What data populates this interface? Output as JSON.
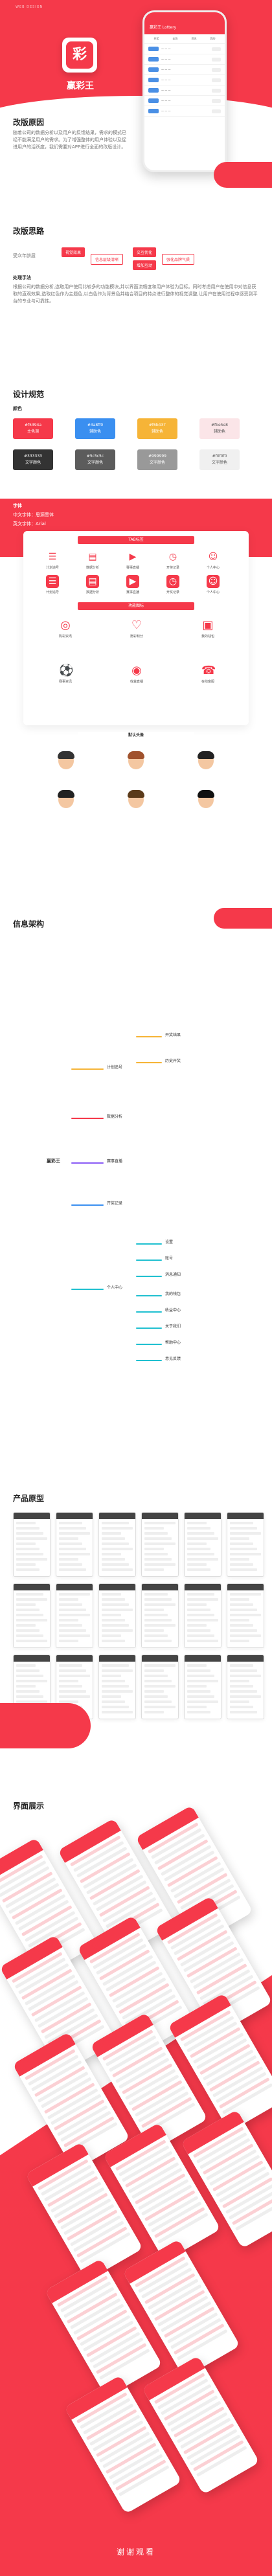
{
  "hero": {
    "design_label": "WEB DESIGN",
    "logo_char": "彩",
    "app_name": "赢彩王",
    "phone_title": "赢彩王 Lottery",
    "phone_tabs": [
      "开奖",
      "走势",
      "资讯",
      "我的"
    ]
  },
  "sections": {
    "background": {
      "title": "改版原因",
      "text": "随着公司的数据分析以及用户的反馈结果，需求的模式已经不能满足用户的需求。为了增强整体的用户体验以及促进用户的活跃度，我们需要对APP进行全面的改版设计。"
    },
    "thinking": {
      "title": "改版思路",
      "left_label": "受众年龄层",
      "tags": [
        "视觉效果",
        "信息层级清晰",
        "交互优化",
        "增加互动",
        "强化品牌气质"
      ],
      "method_title": "处理手法",
      "method_text": "根据公司的数据分析,选取用户使用比较多的功能模块,并以界面流畅度和用户体验为目标。同时考虑用户在使用中对信息获取的直观效果,选取红色作为主题色,以白色作为背景色并结合项目的特点进行整体的视觉调整,让用户在使用过程中感受到平台的专业与可靠性。"
    },
    "spec": {
      "title": "设计规范",
      "color_title": "颜色",
      "colors": [
        {
          "hex": "#f5394a",
          "name": "主色调",
          "light": false
        },
        {
          "hex": "#3a8ff0",
          "name": "辅助色",
          "light": false
        },
        {
          "hex": "#f6b437",
          "name": "辅助色",
          "light": false
        },
        {
          "hex": "#fbe5e8",
          "name": "辅助色",
          "light": true
        },
        {
          "hex": "#333333",
          "name": "文字颜色",
          "light": false
        },
        {
          "hex": "#5c5c5c",
          "name": "文字颜色",
          "light": false
        },
        {
          "hex": "#999999",
          "name": "文字颜色",
          "light": false
        },
        {
          "hex": "#f0f0f0",
          "name": "文字颜色",
          "light": true
        }
      ],
      "font_title": "字体",
      "font_cn": "中文字体：思源黑体",
      "font_en": "英文字体：Arial",
      "icon_title": "TAB标签",
      "tab_icons": [
        "计划追号",
        "数据分析",
        "赛事直播",
        "开奖记录",
        "个人中心"
      ],
      "func_title": "功能图标",
      "func_icons": [
        "购彩资讯",
        "赠彩积分",
        "我的钱包",
        "赛事资讯",
        "收益直播",
        "在线客服"
      ],
      "avatar_title": "默认头像"
    },
    "ia": {
      "title": "信息架构",
      "root": "赢彩王",
      "nodes": [
        "计划追号",
        "开奖结果",
        "历史开奖",
        "数据分析",
        "赛事直播",
        "开奖记录",
        "个人中心",
        "设置",
        "账号",
        "消息通知",
        "我的钱包",
        "收益中心",
        "关于我们",
        "帮助中心",
        "意见反馈"
      ]
    },
    "proto": {
      "title": "产品原型"
    },
    "screens": {
      "title": "界面展示"
    }
  },
  "footer": {
    "thanks": "谢谢观看"
  }
}
